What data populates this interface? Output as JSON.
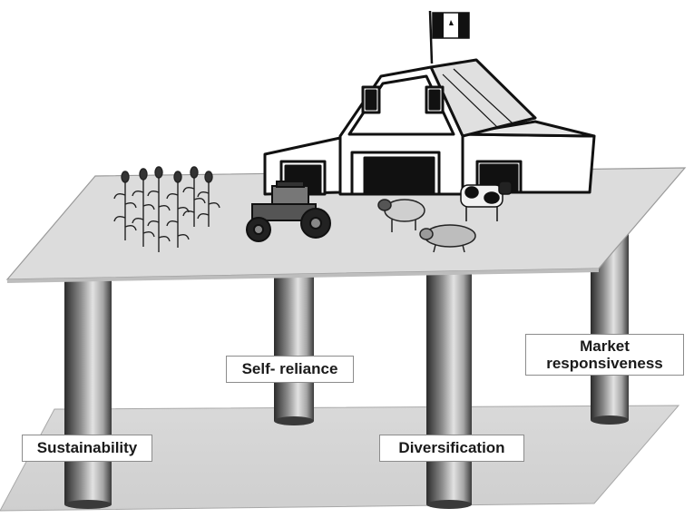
{
  "labels": {
    "sustainability": "Sustainability",
    "self_reliance": "Self- reliance",
    "diversification": "Diversification",
    "market_responsiveness_line1": "Market",
    "market_responsiveness_line2": "responsiveness"
  },
  "colors": {
    "platform": "#dcdcdc",
    "platform_edge": "#9a9a9a",
    "barn_outline": "#111111",
    "pillar_dark": "#2b2b2b",
    "pillar_light": "#e6e6e6"
  },
  "icons": [
    "barn-icon",
    "flag-icon",
    "tractor-icon",
    "corn-icon",
    "cow-icon",
    "sheep-icon",
    "pig-icon"
  ]
}
